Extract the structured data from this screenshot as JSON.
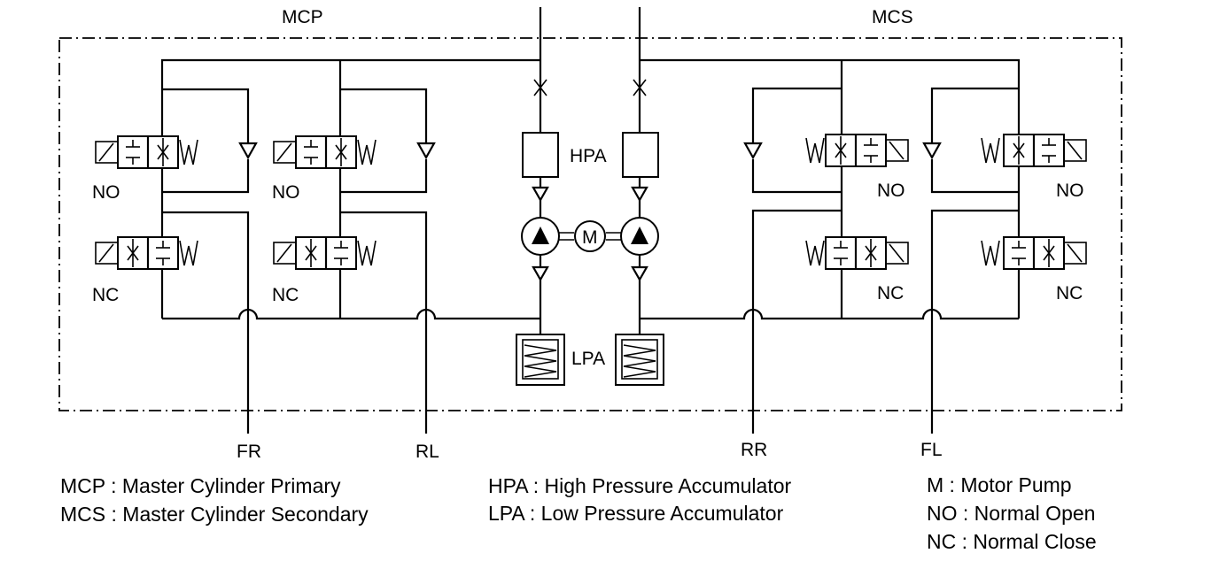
{
  "labels": {
    "mcp": "MCP",
    "mcs": "MCS",
    "hpa": "HPA",
    "lpa": "LPA",
    "motor": "M",
    "no": "NO",
    "nc": "NC",
    "fr": "FR",
    "rl": "RL",
    "rr": "RR",
    "fl": "FL"
  },
  "legend": {
    "mcp": "MCP : Master Cylinder Primary",
    "mcs": "MCS : Master Cylinder Secondary",
    "hpa": "HPA : High Pressure Accumulator",
    "lpa": "LPA : Low Pressure Accumulator",
    "m": "M : Motor Pump",
    "no": "NO : Normal Open",
    "nc": "NC : Normal Close"
  }
}
